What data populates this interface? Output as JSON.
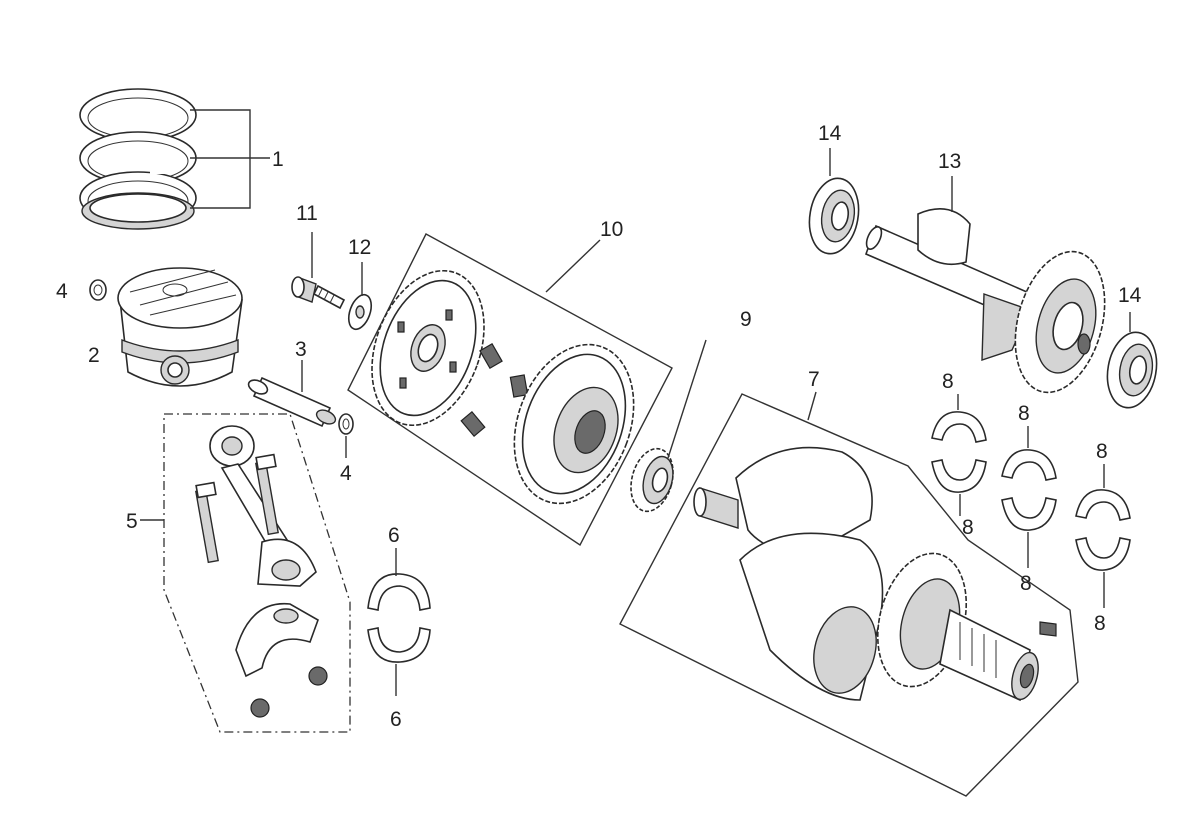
{
  "callouts": {
    "c1": "1",
    "c2": "2",
    "c3": "3",
    "c4a": "4",
    "c4b": "4",
    "c5": "5",
    "c6a": "6",
    "c6b": "6",
    "c7": "7",
    "c8a": "8",
    "c8b": "8",
    "c8c": "8",
    "c8d": "8",
    "c8e": "8",
    "c8f": "8",
    "c9": "9",
    "c10": "10",
    "c11": "11",
    "c12": "12",
    "c13": "13",
    "c14a": "14",
    "c14b": "14"
  }
}
